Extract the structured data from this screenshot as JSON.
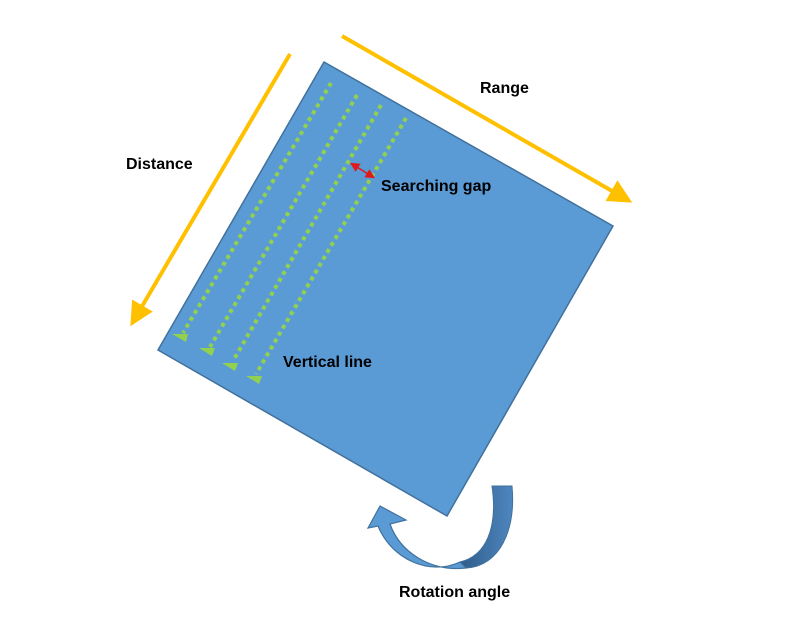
{
  "labels": {
    "range": "Range",
    "distance": "Distance",
    "searching_gap": "Searching gap",
    "vertical_line": "Vertical line",
    "rotation_angle": "Rotation angle"
  },
  "colors": {
    "panel_fill": "#5b9bd5",
    "panel_stroke": "#41719c",
    "dimension_arrow": "#ffc000",
    "scan_line": "#92d050",
    "gap_arrow": "#e0191e",
    "rotation_arrow_front": "#5b9bd5",
    "rotation_arrow_back": "#41719c"
  }
}
